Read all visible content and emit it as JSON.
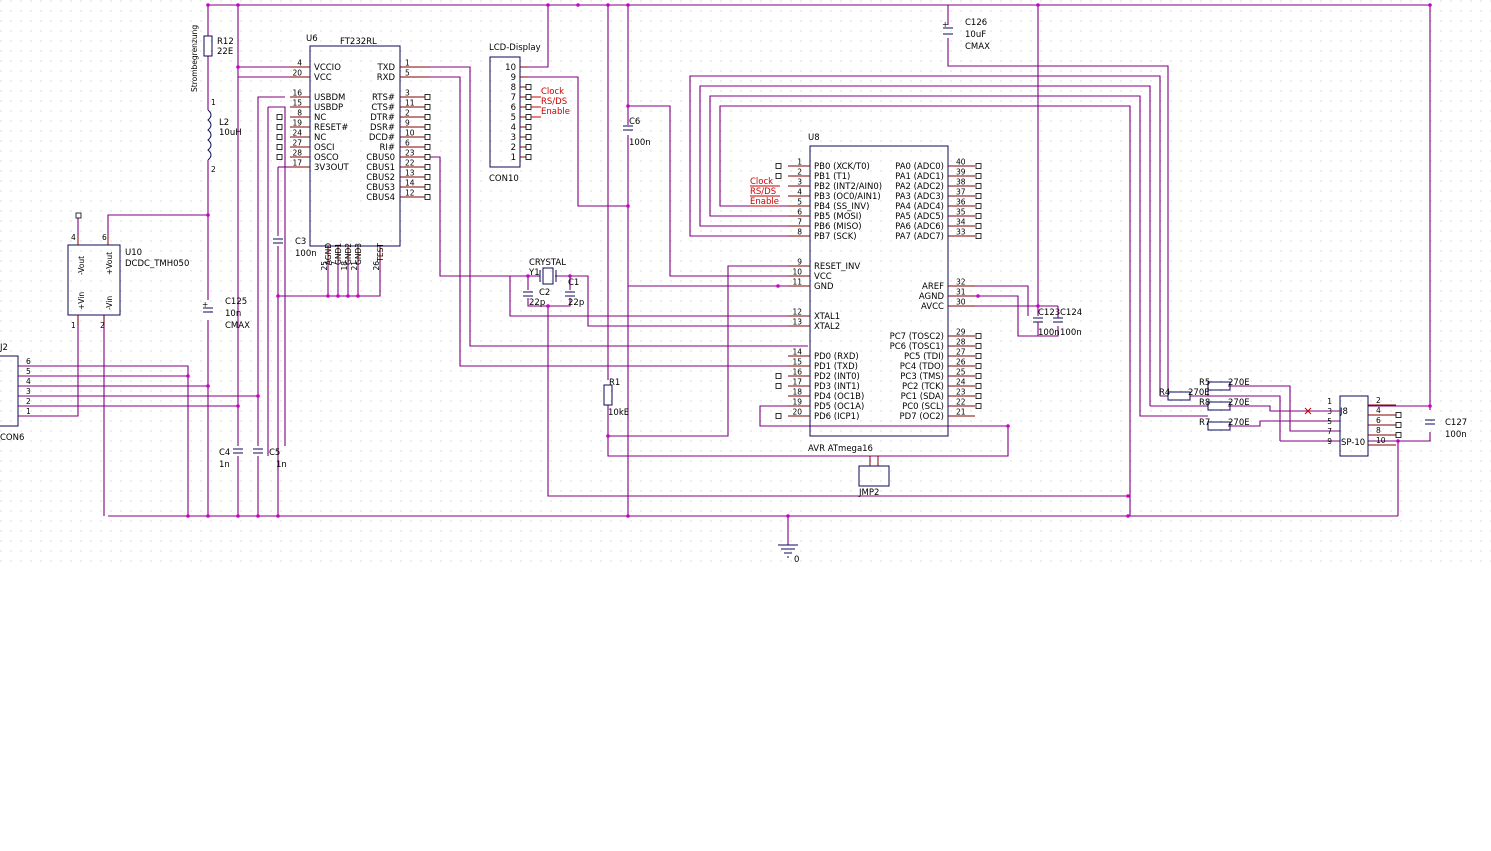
{
  "colors": {
    "wire": "#800080",
    "pin": "#800000",
    "body": "#0a0a5a",
    "junction": "#cc00cc",
    "net_label": "#cc0000"
  },
  "sidebar_text": "Strombegrenzung",
  "components": {
    "r12": {
      "ref": "R12",
      "val": "22E"
    },
    "l2": {
      "ref": "L2",
      "val": "10uH",
      "p1": "1",
      "p2": "2"
    },
    "c125": {
      "ref": "C125",
      "val": "10n",
      "ex": "CMAX"
    },
    "c3": {
      "ref": "C3",
      "val": "100n"
    },
    "c4": {
      "ref": "C4",
      "val": "1n"
    },
    "c5": {
      "ref": "C5",
      "val": "1n"
    },
    "c6": {
      "ref": "C6",
      "val": "100n"
    },
    "c126": {
      "ref": "C126",
      "val": "10uF",
      "ex": "CMAX"
    },
    "c127": {
      "ref": "C127",
      "val": "100n"
    },
    "c123": {
      "ref": "C123",
      "val": "100n"
    },
    "c124": {
      "ref": "C124",
      "val": "100n"
    },
    "c1": {
      "ref": "C1",
      "val": "22p"
    },
    "c2": {
      "ref": "C2",
      "val": "22p"
    },
    "y1": {
      "ref": "Y1",
      "val": "CRYSTAL"
    },
    "r1": {
      "ref": "R1",
      "val": "10kE"
    },
    "r4": {
      "ref": "R4",
      "val": "270E"
    },
    "r5": {
      "ref": "R5",
      "val": "270E"
    },
    "r7": {
      "ref": "R7",
      "val": "270E"
    },
    "r8": {
      "ref": "R8",
      "val": "270E"
    },
    "jmp2": {
      "ref": "JMP2"
    },
    "gnd": {
      "val": "0"
    },
    "j2": {
      "ref": "J2",
      "val": "CON6",
      "pins": [
        "6",
        "5",
        "4",
        "3",
        "2",
        "1"
      ]
    },
    "j8": {
      "ref": "J8",
      "val": "SP-10",
      "left": [
        "1",
        "3",
        "5",
        "7",
        "9"
      ],
      "right": [
        "2",
        "4",
        "6",
        "8",
        "10"
      ]
    },
    "u10": {
      "ref": "U10",
      "val": "DCDC_TMH050",
      "pin4": "4",
      "pin6": "6",
      "pin1": "1",
      "pin2": "2",
      "lab_mvout": "-Vout",
      "lab_pvout": "+Vout",
      "lab_pvin": "+Vin",
      "lab_mvin": "-Vin"
    },
    "lcd": {
      "ref": "LCD-Display",
      "val": "CON10",
      "pins": [
        "10",
        "9",
        "8",
        "7",
        "6",
        "5",
        "4",
        "3",
        "2",
        "1"
      ],
      "nets": [
        "Clock",
        "RS/DS",
        "Enable"
      ]
    },
    "u6": {
      "ref": "U6",
      "val": "FT232RL",
      "left": [
        {
          "n": "4",
          "l": "VCCIO"
        },
        {
          "n": "20",
          "l": "VCC"
        },
        {
          "n": "16",
          "l": "USBDM"
        },
        {
          "n": "15",
          "l": "USBDP"
        },
        {
          "n": "8",
          "l": "NC"
        },
        {
          "n": "19",
          "l": "RESET#"
        },
        {
          "n": "24",
          "l": "NC"
        },
        {
          "n": "27",
          "l": "OSCI"
        },
        {
          "n": "28",
          "l": "OSCO"
        },
        {
          "n": "17",
          "l": "3V3OUT"
        }
      ],
      "right": [
        {
          "n": "1",
          "l": "TXD"
        },
        {
          "n": "5",
          "l": "RXD"
        },
        {
          "n": "3",
          "l": "RTS#"
        },
        {
          "n": "11",
          "l": "CTS#"
        },
        {
          "n": "2",
          "l": "DTR#"
        },
        {
          "n": "9",
          "l": "DSR#"
        },
        {
          "n": "10",
          "l": "DCD#"
        },
        {
          "n": "6",
          "l": "RI#"
        },
        {
          "n": "23",
          "l": "CBUS0"
        },
        {
          "n": "22",
          "l": "CBUS1"
        },
        {
          "n": "13",
          "l": "CBUS2"
        },
        {
          "n": "14",
          "l": "CBUS3"
        },
        {
          "n": "12",
          "l": "CBUS4"
        }
      ],
      "bottom_labels": [
        "AGND",
        "GND1",
        "GND2",
        "GND3",
        "TEST"
      ],
      "bottom_pins": [
        "25",
        "7",
        "18",
        "21",
        "26"
      ]
    },
    "u8": {
      "ref": "U8",
      "val": "AVR ATmega16",
      "left_pb": [
        {
          "n": "1",
          "l": "PB0 (XCK/T0)"
        },
        {
          "n": "2",
          "l": "PB1 (T1)"
        },
        {
          "n": "3",
          "l": "PB2 (INT2/AIN0)"
        },
        {
          "n": "4",
          "l": "PB3 (OC0/AIN1)"
        },
        {
          "n": "5",
          "l": "PB4 (SS_INV)"
        },
        {
          "n": "6",
          "l": "PB5 (MOSI)"
        },
        {
          "n": "7",
          "l": "PB6 (MISO)"
        },
        {
          "n": "8",
          "l": "PB7 (SCK)"
        }
      ],
      "left_ctrl": [
        {
          "n": "9",
          "l": "RESET_INV"
        },
        {
          "n": "10",
          "l": "VCC"
        },
        {
          "n": "11",
          "l": "GND"
        }
      ],
      "left_xtal": [
        {
          "n": "12",
          "l": "XTAL1"
        },
        {
          "n": "13",
          "l": "XTAL2"
        }
      ],
      "left_pd": [
        {
          "n": "14",
          "l": "PD0 (RXD)"
        },
        {
          "n": "15",
          "l": "PD1 (TXD)"
        },
        {
          "n": "16",
          "l": "PD2 (INT0)"
        },
        {
          "n": "17",
          "l": "PD3 (INT1)"
        },
        {
          "n": "18",
          "l": "PD4 (OC1B)"
        },
        {
          "n": "19",
          "l": "PD5 (OC1A)"
        },
        {
          "n": "20",
          "l": "PD6 (ICP1)"
        }
      ],
      "right_pa": [
        {
          "n": "40",
          "l": "PA0 (ADC0)"
        },
        {
          "n": "39",
          "l": "PA1 (ADC1)"
        },
        {
          "n": "38",
          "l": "PA2 (ADC2)"
        },
        {
          "n": "37",
          "l": "PA3 (ADC3)"
        },
        {
          "n": "36",
          "l": "PA4 (ADC4)"
        },
        {
          "n": "35",
          "l": "PA5 (ADC5)"
        },
        {
          "n": "34",
          "l": "PA6 (ADC6)"
        },
        {
          "n": "33",
          "l": "PA7 (ADC7)"
        }
      ],
      "right_ref": [
        {
          "n": "32",
          "l": "AREF"
        },
        {
          "n": "31",
          "l": "AGND"
        },
        {
          "n": "30",
          "l": "AVCC"
        }
      ],
      "right_pc": [
        {
          "n": "29",
          "l": "PC7 (TOSC2)"
        },
        {
          "n": "28",
          "l": "PC6 (TOSC1)"
        },
        {
          "n": "27",
          "l": "PC5 (TDI)"
        },
        {
          "n": "26",
          "l": "PC4 (TDO)"
        },
        {
          "n": "25",
          "l": "PC3 (TMS)"
        },
        {
          "n": "24",
          "l": "PC2 (TCK)"
        },
        {
          "n": "23",
          "l": "PC1 (SDA)"
        },
        {
          "n": "22",
          "l": "PC0 (SCL)"
        },
        {
          "n": "21",
          "l": "PD7 (OC2)"
        }
      ],
      "pb_nets": [
        "Clock",
        "RS/DS",
        "Enable"
      ]
    }
  }
}
